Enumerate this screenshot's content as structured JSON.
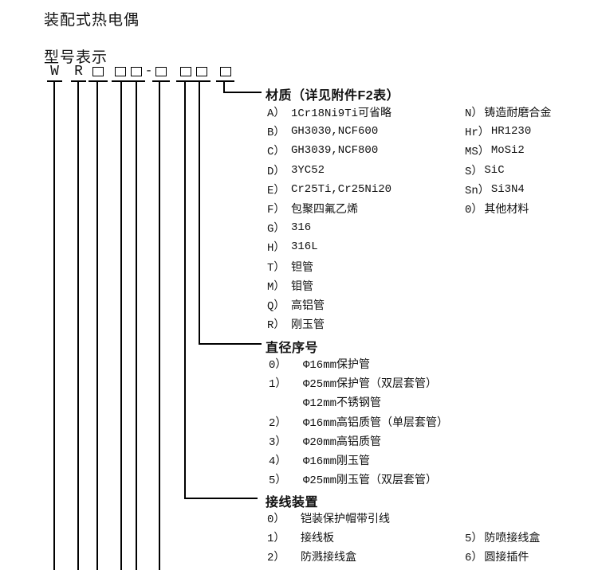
{
  "page": {
    "title": "装配式热电偶",
    "subtitle": "型号表示"
  },
  "colors": {
    "background": "#ffffff",
    "text": "#111111",
    "line": "#000000"
  },
  "model_code": {
    "char_1": "W",
    "char_2": "R",
    "dash": "-",
    "pattern": "W R □ □□-□ □□ □"
  },
  "sections": {
    "material": {
      "heading": "材质（详见附件F2表）",
      "items": [
        {
          "code": "A）",
          "value": "1Cr18Ni9Ti可省略",
          "rcode": "N）",
          "rvalue": "铸造耐磨合金"
        },
        {
          "code": "B）",
          "value": "GH3030,NCF600",
          "rcode": "Hr）",
          "rvalue": "HR1230"
        },
        {
          "code": "C）",
          "value": "GH3039,NCF800",
          "rcode": "MS）",
          "rvalue": "MoSi2"
        },
        {
          "code": "D）",
          "value": "3YC52",
          "rcode": "S）",
          "rvalue": "SiC"
        },
        {
          "code": "E）",
          "value": "Cr25Ti,Cr25Ni20",
          "rcode": "Sn）",
          "rvalue": "Si3N4"
        },
        {
          "code": "F）",
          "value": "包聚四氟乙烯",
          "rcode": "0）",
          "rvalue": "其他材料"
        },
        {
          "code": "G）",
          "value": "316"
        },
        {
          "code": "H）",
          "value": "316L"
        },
        {
          "code": "T）",
          "value": "钽管"
        },
        {
          "code": "M）",
          "value": "钼管"
        },
        {
          "code": "Q）",
          "value": "高铝管"
        },
        {
          "code": "R）",
          "value": "刚玉管"
        }
      ]
    },
    "diameter": {
      "heading": "直径序号",
      "items": [
        {
          "code": "0）",
          "value": "Φ16mm保护管"
        },
        {
          "code": "1）",
          "value": "Φ25mm保护管（双层套管）"
        },
        {
          "code": "",
          "value": "Φ12mm不锈钢管"
        },
        {
          "code": "2）",
          "value": "Φ16mm高铝质管（单层套管）"
        },
        {
          "code": "3）",
          "value": "Φ20mm高铝质管"
        },
        {
          "code": "4）",
          "value": "Φ16mm刚玉管"
        },
        {
          "code": "5）",
          "value": "Φ25mm刚玉管（双层套管）"
        }
      ]
    },
    "terminal": {
      "heading": "接线装置",
      "items": [
        {
          "code": "0）",
          "value": "铠装保护帽带引线"
        },
        {
          "code": "1）",
          "value": "接线板",
          "rcode": "5）",
          "rvalue": "防喷接线盒"
        },
        {
          "code": "2）",
          "value": "防溅接线盒",
          "rcode": "6）",
          "rvalue": "圆接插件"
        }
      ]
    }
  }
}
